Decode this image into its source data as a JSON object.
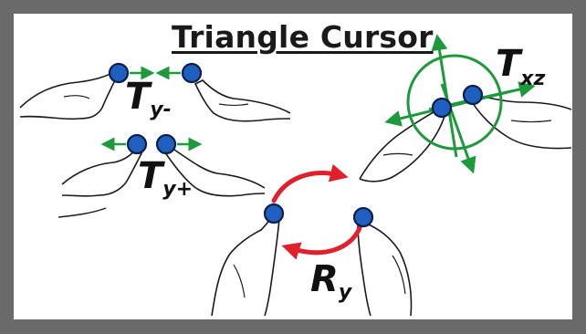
{
  "title": "Triangle Cursor",
  "labels": {
    "ty_minus": {
      "main": "T",
      "sub": "y-"
    },
    "ty_plus": {
      "main": "T",
      "sub": "y+"
    },
    "ry": {
      "main": "R",
      "sub": "y"
    },
    "txz": {
      "main": "T",
      "sub": "xz"
    }
  },
  "colors": {
    "frame": "#6a6a6a",
    "touch_fill": "#1f5fbf",
    "touch_stroke": "#0b1f4a",
    "green_arrow": "#1e9a3c",
    "red_arrow": "#e0202a",
    "hand_stroke": "#1a1a1a"
  }
}
